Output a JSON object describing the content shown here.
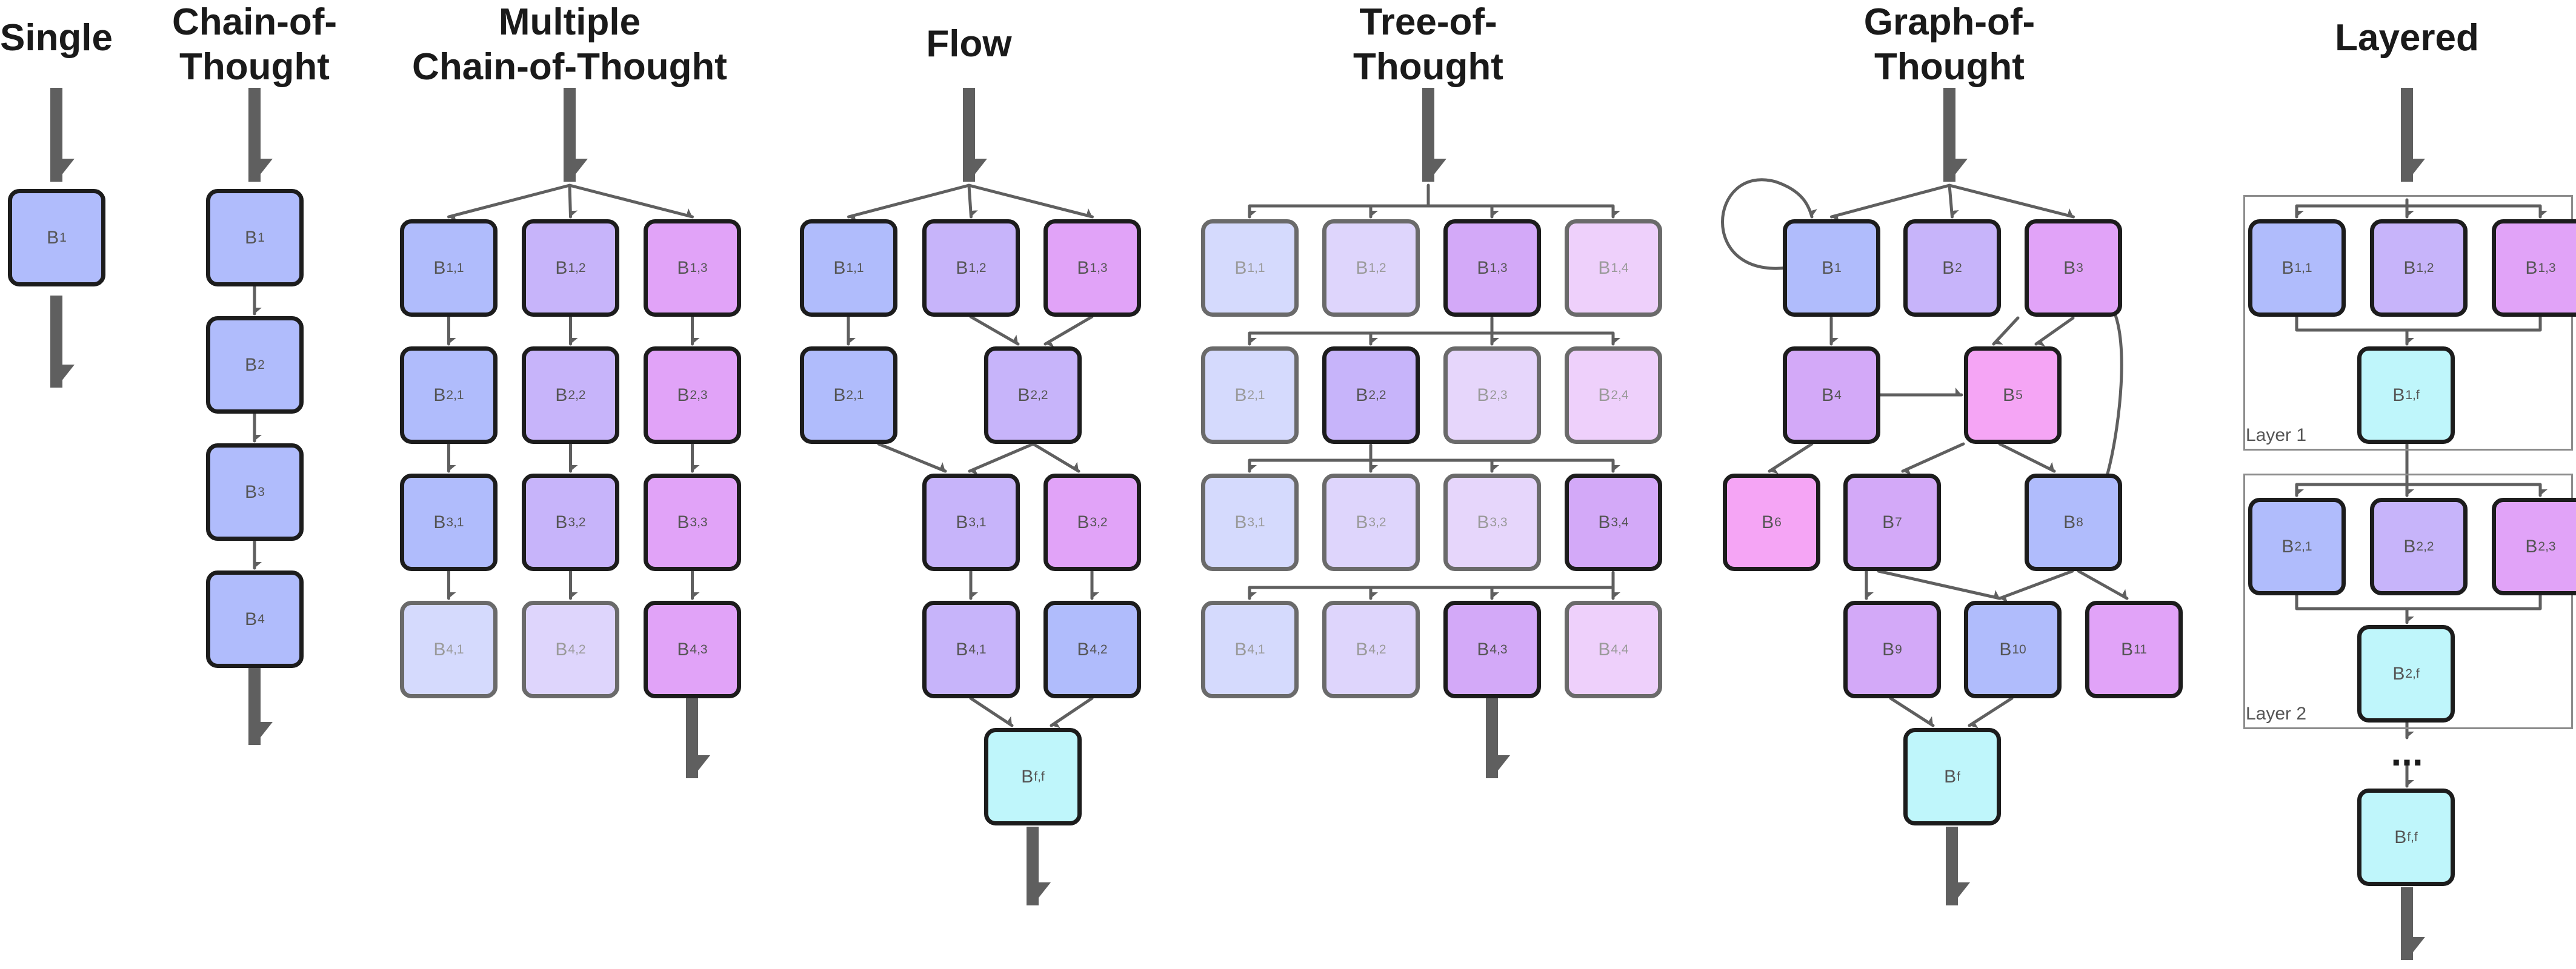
{
  "titles": {
    "single": "Single",
    "chain_of_thought": "Chain-of-\nThought",
    "multiple_chain_of_thought": "Multiple\nChain-of-Thought",
    "flow": "Flow",
    "tree_of_thought": "Tree-of-\nThought",
    "graph_of_thought": "Graph-of-\nThought",
    "layered": "Layered"
  },
  "layered": {
    "layer_1_label": "Layer 1",
    "layer_2_label": "Layer 2",
    "ellipsis": "..."
  },
  "colors": {
    "blue": "#b0bcfc",
    "lavender": "#c7b4fa",
    "violet": "#d3a9f8",
    "magenta": "#e1a3f8",
    "pink": "#f5a5f5",
    "cyan": "#bff6fb",
    "faded_blue": "#d5dafd",
    "faded_lavender": "#ded5fc",
    "faded_violet": "#e6d6fb",
    "faded_magenta": "#eed0fb",
    "border": "#1c1c1c",
    "arrow": "#5f5f5f"
  },
  "panels": {
    "single": [
      {
        "base": "B",
        "sub": "1",
        "color": "blue"
      }
    ],
    "chain_of_thought": [
      {
        "base": "B",
        "sub": "1",
        "color": "blue"
      },
      {
        "base": "B",
        "sub": "2",
        "color": "blue"
      },
      {
        "base": "B",
        "sub": "3",
        "color": "blue"
      },
      {
        "base": "B",
        "sub": "4",
        "color": "blue"
      }
    ],
    "multiple_chain_of_thought": [
      {
        "base": "B",
        "sub": "1,1",
        "color": "blue"
      },
      {
        "base": "B",
        "sub": "1,2",
        "color": "lavender"
      },
      {
        "base": "B",
        "sub": "1,3",
        "color": "magenta"
      },
      {
        "base": "B",
        "sub": "2,1",
        "color": "blue"
      },
      {
        "base": "B",
        "sub": "2,2",
        "color": "lavender"
      },
      {
        "base": "B",
        "sub": "2,3",
        "color": "magenta"
      },
      {
        "base": "B",
        "sub": "3,1",
        "color": "blue"
      },
      {
        "base": "B",
        "sub": "3,2",
        "color": "lavender"
      },
      {
        "base": "B",
        "sub": "3,3",
        "color": "magenta"
      },
      {
        "base": "B",
        "sub": "4,1",
        "color": "faded_blue",
        "faded": true
      },
      {
        "base": "B",
        "sub": "4,2",
        "color": "faded_lavender",
        "faded": true
      },
      {
        "base": "B",
        "sub": "4,3",
        "color": "magenta"
      }
    ],
    "flow": [
      {
        "base": "B",
        "sub": "1,1",
        "color": "blue"
      },
      {
        "base": "B",
        "sub": "1,2",
        "color": "lavender"
      },
      {
        "base": "B",
        "sub": "1,3",
        "color": "magenta"
      },
      {
        "base": "B",
        "sub": "2,1",
        "color": "blue"
      },
      {
        "base": "B",
        "sub": "2,2",
        "color": "lavender"
      },
      {
        "base": "B",
        "sub": "3,1",
        "color": "lavender"
      },
      {
        "base": "B",
        "sub": "3,2",
        "color": "magenta"
      },
      {
        "base": "B",
        "sub": "4,1",
        "color": "lavender"
      },
      {
        "base": "B",
        "sub": "4,2",
        "color": "blue"
      },
      {
        "base": "B",
        "sub": "f,f",
        "color": "cyan"
      }
    ],
    "tree_of_thought": [
      {
        "base": "B",
        "sub": "1,1",
        "color": "faded_blue",
        "faded": true
      },
      {
        "base": "B",
        "sub": "1,2",
        "color": "faded_lavender",
        "faded": true
      },
      {
        "base": "B",
        "sub": "1,3",
        "color": "violet"
      },
      {
        "base": "B",
        "sub": "1,4",
        "color": "faded_magenta",
        "faded": true
      },
      {
        "base": "B",
        "sub": "2,1",
        "color": "faded_blue",
        "faded": true
      },
      {
        "base": "B",
        "sub": "2,2",
        "color": "lavender"
      },
      {
        "base": "B",
        "sub": "2,3",
        "color": "faded_violet",
        "faded": true
      },
      {
        "base": "B",
        "sub": "2,4",
        "color": "faded_magenta",
        "faded": true
      },
      {
        "base": "B",
        "sub": "3,1",
        "color": "faded_blue",
        "faded": true
      },
      {
        "base": "B",
        "sub": "3,2",
        "color": "faded_lavender",
        "faded": true
      },
      {
        "base": "B",
        "sub": "3,3",
        "color": "faded_violet",
        "faded": true
      },
      {
        "base": "B",
        "sub": "3,4",
        "color": "violet"
      },
      {
        "base": "B",
        "sub": "4,1",
        "color": "faded_blue",
        "faded": true
      },
      {
        "base": "B",
        "sub": "4,2",
        "color": "faded_lavender",
        "faded": true
      },
      {
        "base": "B",
        "sub": "4,3",
        "color": "violet"
      },
      {
        "base": "B",
        "sub": "4,4",
        "color": "faded_magenta",
        "faded": true
      }
    ],
    "graph_of_thought": [
      {
        "base": "B",
        "sub": "1",
        "color": "blue"
      },
      {
        "base": "B",
        "sub": "2",
        "color": "lavender"
      },
      {
        "base": "B",
        "sub": "3",
        "color": "magenta"
      },
      {
        "base": "B",
        "sub": "4",
        "color": "violet"
      },
      {
        "base": "B",
        "sub": "5",
        "color": "pink"
      },
      {
        "base": "B",
        "sub": "6",
        "color": "pink"
      },
      {
        "base": "B",
        "sub": "7",
        "color": "violet"
      },
      {
        "base": "B",
        "sub": "8",
        "color": "blue"
      },
      {
        "base": "B",
        "sub": "9",
        "color": "violet"
      },
      {
        "base": "B",
        "sub": "10",
        "color": "blue"
      },
      {
        "base": "B",
        "sub": "11",
        "color": "magenta"
      },
      {
        "base": "B",
        "sub": "f",
        "color": "cyan"
      }
    ],
    "layered": [
      {
        "base": "B",
        "sub": "1,1",
        "color": "blue"
      },
      {
        "base": "B",
        "sub": "1,2",
        "color": "lavender"
      },
      {
        "base": "B",
        "sub": "1,3",
        "color": "magenta"
      },
      {
        "base": "B",
        "sub": "1,f",
        "color": "cyan"
      },
      {
        "base": "B",
        "sub": "2,1",
        "color": "blue"
      },
      {
        "base": "B",
        "sub": "2,2",
        "color": "lavender"
      },
      {
        "base": "B",
        "sub": "2,3",
        "color": "magenta"
      },
      {
        "base": "B",
        "sub": "2,f",
        "color": "cyan"
      },
      {
        "base": "B",
        "sub": "f,f",
        "color": "cyan"
      }
    ]
  }
}
